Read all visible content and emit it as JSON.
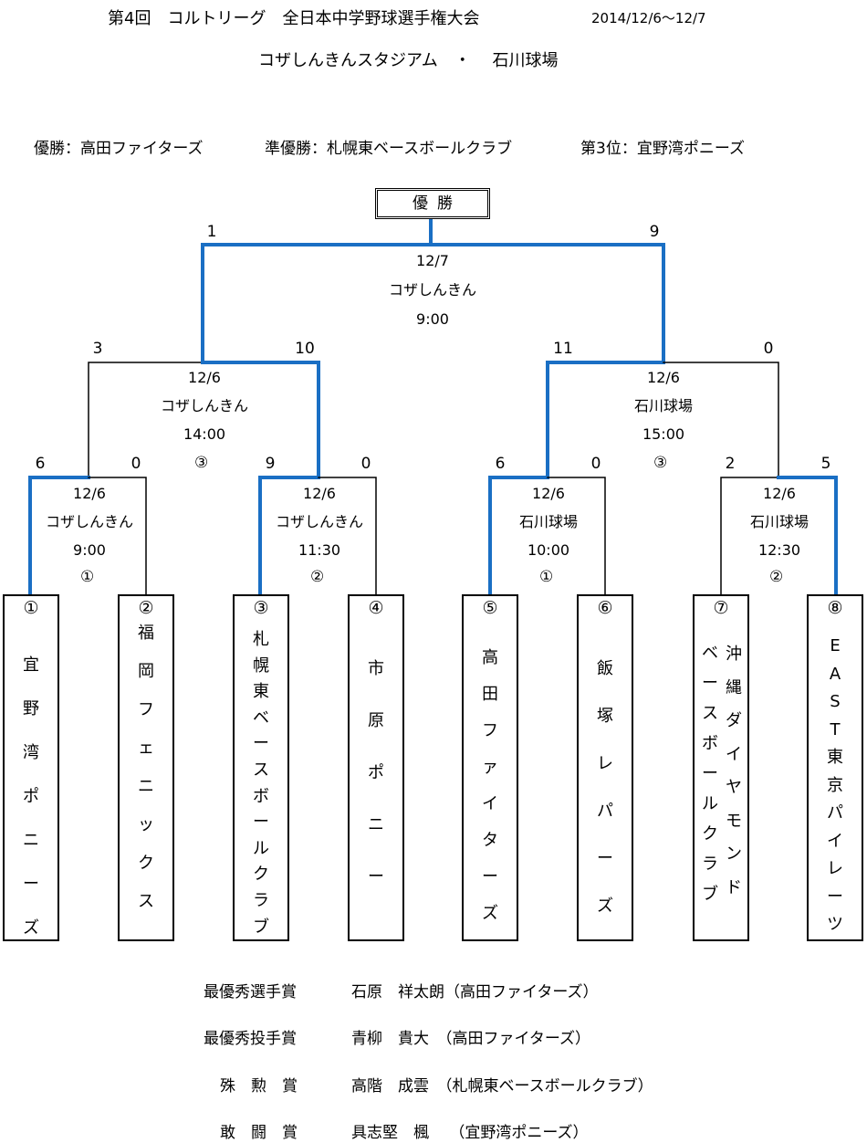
{
  "header": {
    "title": "第4回　コルトリーグ　全日本中学野球選手権大会",
    "dates": "2014/12/6～12/7",
    "venues": "コザしんきんスタジアム　・　 石川球場"
  },
  "results": {
    "champion": "優勝：高田ファイターズ",
    "runner_up": "準優勝：札幌東ベースボールクラブ",
    "third": "第3位：宜野湾ポニーズ"
  },
  "trophy_label": "優勝",
  "final": {
    "score_left": "1",
    "score_right": "9",
    "date": "12/7",
    "venue": "コザしんきん",
    "time": "9:00"
  },
  "semi_left": {
    "score_left": "3",
    "score_right": "10",
    "date": "12/6",
    "venue": "コザしんきん",
    "time": "14:00",
    "game_no": "③"
  },
  "semi_right": {
    "score_left": "11",
    "score_right": "0",
    "date": "12/6",
    "venue": "石川球場",
    "time": "15:00",
    "game_no": "③"
  },
  "first_round": [
    {
      "score_left": "6",
      "score_right": "0",
      "date": "12/6",
      "venue": "コザしんきん",
      "time": "9:00",
      "game_no": "①"
    },
    {
      "score_left": "9",
      "score_right": "0",
      "date": "12/6",
      "venue": "コザしんきん",
      "time": "11:30",
      "game_no": "②"
    },
    {
      "score_left": "6",
      "score_right": "0",
      "date": "12/6",
      "venue": "石川球場",
      "time": "10:00",
      "game_no": "①"
    },
    {
      "score_left": "2",
      "score_right": "5",
      "date": "12/6",
      "venue": "石川球場",
      "time": "12:30",
      "game_no": "②"
    }
  ],
  "teams": [
    {
      "num": "①",
      "col1": [
        "宜",
        "野",
        "湾",
        "ポ",
        "ニ",
        "ー",
        "ズ"
      ]
    },
    {
      "num": "②",
      "col1": [
        "福",
        "岡",
        "フ",
        "ェ",
        "ニ",
        "ッ",
        "ク",
        "ス"
      ]
    },
    {
      "num": "③",
      "col1": [
        "札",
        "幌",
        "東",
        "ベ",
        "ー",
        "ス",
        "ボ",
        "ー",
        "ル",
        "ク",
        "ラ",
        "ブ"
      ]
    },
    {
      "num": "④",
      "col1": [
        "市",
        "原",
        "ポ",
        "ニ",
        "ー"
      ]
    },
    {
      "num": "⑤",
      "col1": [
        "高",
        "田",
        "フ",
        "ァ",
        "イ",
        "タ",
        "ー",
        "ズ"
      ]
    },
    {
      "num": "⑥",
      "col1": [
        "飯",
        "塚",
        "レ",
        "パ",
        "ー",
        "ズ"
      ]
    },
    {
      "num": "⑦",
      "col1": [
        "沖",
        "縄",
        "ダ",
        "イ",
        "ヤ",
        "モ",
        "ン",
        "ド"
      ],
      "col2": [
        "ベ",
        "ー",
        "ス",
        "ボ",
        "ー",
        "ル",
        "ク",
        "ラ",
        "ブ"
      ]
    },
    {
      "num": "⑧",
      "col1": [
        "E",
        "A",
        "S",
        "T",
        "東",
        "京",
        "パ",
        "イ",
        "レ",
        "ー",
        "ツ"
      ]
    }
  ],
  "awards": [
    {
      "title": "最優秀選手賞",
      "player": "石原　祥太朗（高田ファイターズ）"
    },
    {
      "title": "最優秀投手賞",
      "player": "青柳　貴大　（高田ファイターズ）"
    },
    {
      "title": "殊　勲　賞",
      "player": "高階　成雲　（札幌東ベースボールクラブ）"
    },
    {
      "title": "敢　闘　賞",
      "player": "具志堅　楓　 （宜野湾ポニーズ）"
    }
  ],
  "colors": {
    "winner_line": "#1a6fc4",
    "line": "#000000"
  }
}
